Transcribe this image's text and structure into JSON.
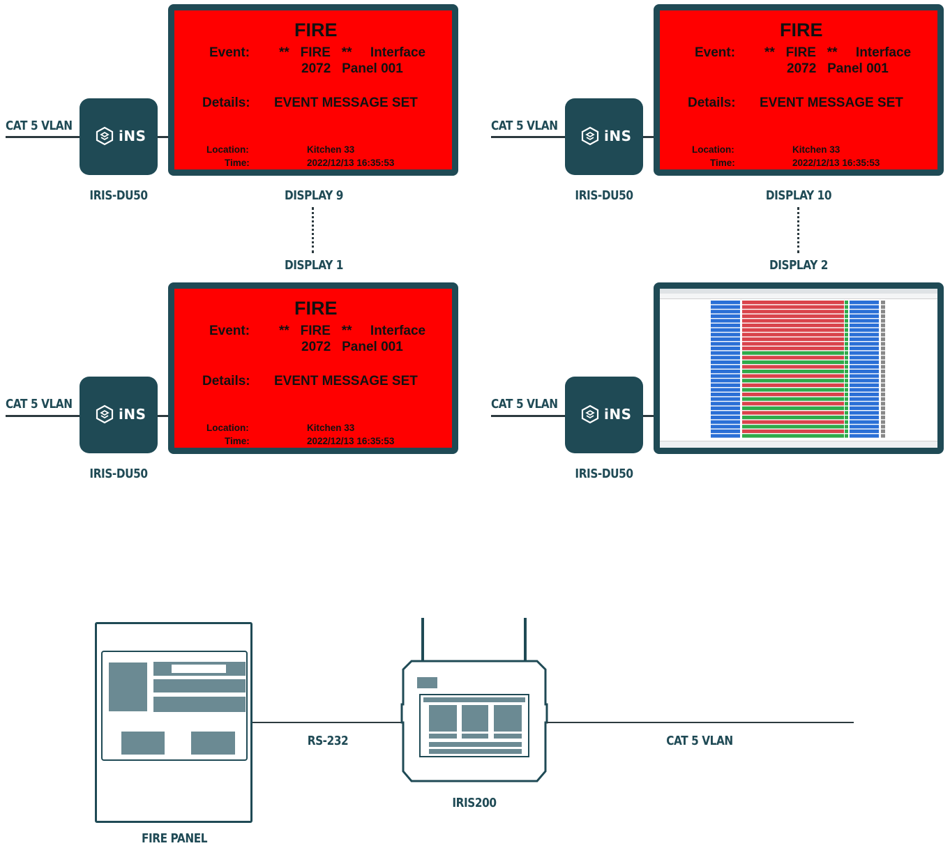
{
  "displays": [
    {
      "name": "DISPLAY 9",
      "device_label": "IRIS-DU50",
      "network_label": "CAT 5 VLAN",
      "screen": {
        "title": "FIRE",
        "event_label": "Event:",
        "event_line1": "**   FIRE   **     Interface",
        "event_line2": "2072   Panel 001",
        "details_label": "Details:",
        "details_value": "EVENT MESSAGE SET",
        "location_label": "Location:",
        "location_value": "Kitchen 33",
        "time_label": "Time:",
        "time_value": "2022/12/13 16:35:53"
      }
    },
    {
      "name": "DISPLAY 10",
      "device_label": "IRIS-DU50",
      "network_label": "CAT 5 VLAN",
      "screen": {
        "title": "FIRE",
        "event_label": "Event:",
        "event_line1": "**   FIRE   **     Interface",
        "event_line2": "2072   Panel 001",
        "details_label": "Details:",
        "details_value": "EVENT MESSAGE SET",
        "location_label": "Location:",
        "location_value": "Kitchen 33",
        "time_label": "Time:",
        "time_value": "2022/12/13 16:35:53"
      }
    },
    {
      "name": "DISPLAY 1",
      "device_label": "IRIS-DU50",
      "network_label": "CAT 5 VLAN",
      "screen": {
        "title": "FIRE",
        "event_label": "Event:",
        "event_line1": "**   FIRE   **     Interface",
        "event_line2": "2072   Panel 001",
        "details_label": "Details:",
        "details_value": "EVENT MESSAGE SET",
        "location_label": "Location:",
        "location_value": "Kitchen 33",
        "time_label": "Time:",
        "time_value": "2022/12/13 16:35:53"
      }
    },
    {
      "name": "DISPLAY 2",
      "device_label": "IRIS-DU50",
      "network_label": "CAT 5 VLAN",
      "screen": {
        "type": "event-log-browser",
        "row_colors": [
          "red",
          "red",
          "red",
          "red",
          "red",
          "red",
          "red",
          "red",
          "red",
          "red",
          "red",
          "green",
          "red",
          "green",
          "red",
          "green",
          "red",
          "green",
          "red",
          "green",
          "red",
          "green",
          "red",
          "green",
          "red",
          "green",
          "red",
          "green",
          "red",
          "green"
        ]
      }
    }
  ],
  "logo_text": "iNS",
  "bottom": {
    "fire_panel_label": "FIRE PANEL",
    "rs232_label": "RS-232",
    "iris200_label": "IRIS200",
    "network_label": "CAT 5 VLAN"
  },
  "colors": {
    "brand_teal": "#1f4a55",
    "alarm_red": "#ff0000",
    "panel_gray": "#6b8a93",
    "line": "#2c3a3f"
  }
}
